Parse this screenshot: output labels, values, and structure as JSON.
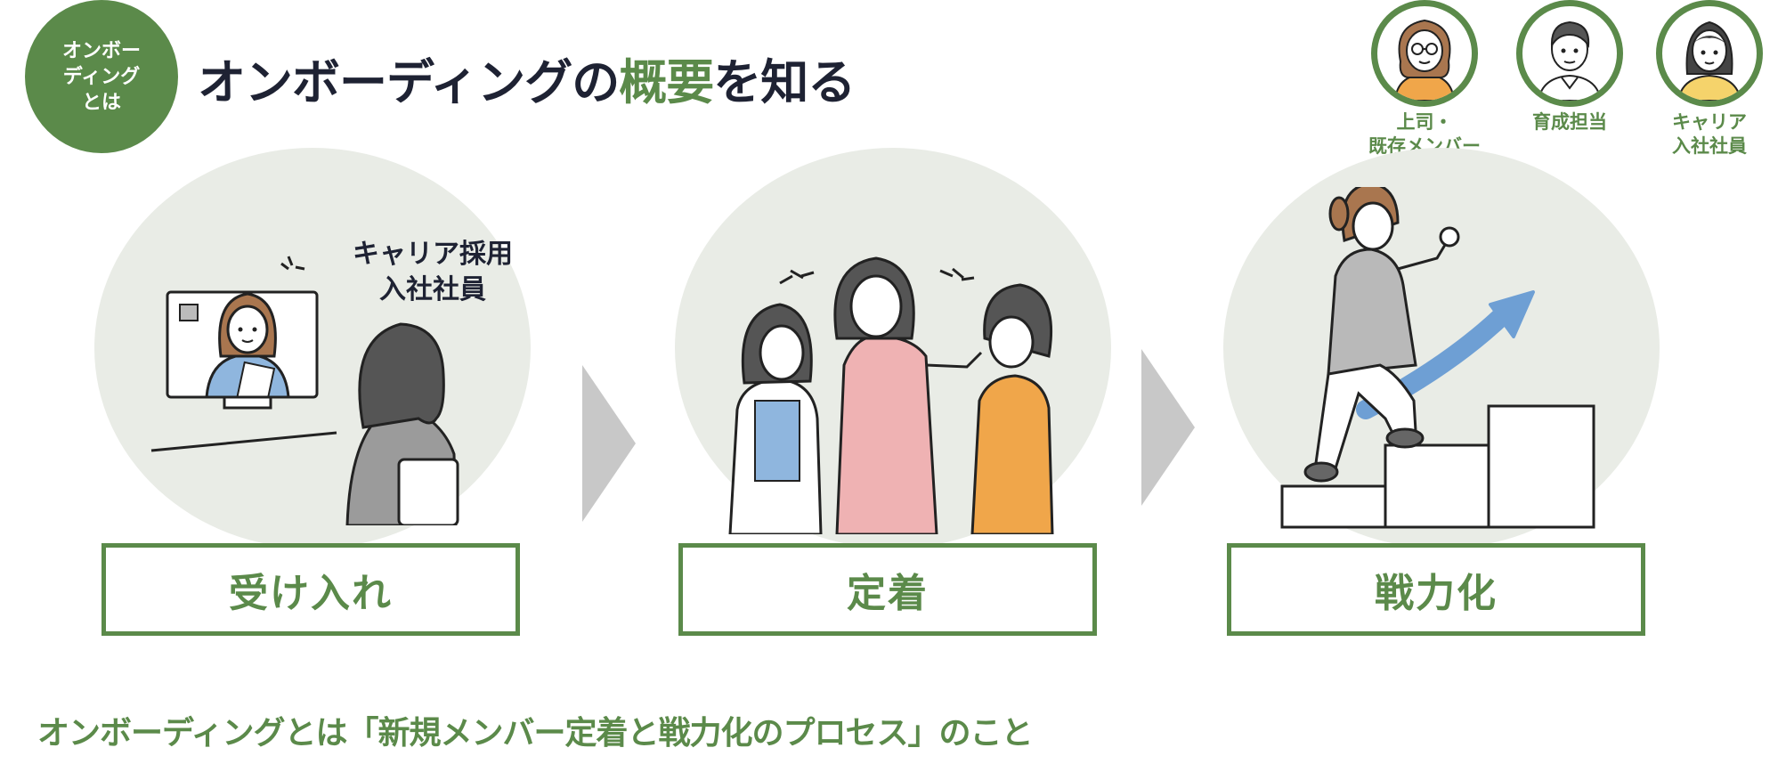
{
  "badge": {
    "lines": [
      "オンボー",
      "ディング",
      "とは"
    ]
  },
  "title": {
    "prefix": "オンボーディングの",
    "accent": "概要",
    "suffix": "を知る"
  },
  "roles": [
    {
      "label_lines": [
        "上司・",
        "既存メンバー"
      ]
    },
    {
      "label_lines": [
        "育成担当"
      ]
    },
    {
      "label_lines": [
        "キャリア",
        "入社社員"
      ]
    }
  ],
  "stages": [
    {
      "label": "受け入れ",
      "callout_lines": [
        "キャリア採用",
        "入社社員"
      ]
    },
    {
      "label": "定着"
    },
    {
      "label": "戦力化"
    }
  ],
  "summary": "オンボーディングとは「新規メンバー定着と戦力化のプロセス」のこと",
  "colors": {
    "accent": "#5b8a4a",
    "circle_bg": "#e9ece6",
    "chevron": "#c8c8c8",
    "growth_arrow": "#6e9fd4"
  },
  "icons": [
    "onboarding-badge",
    "manager-avatar-icon",
    "trainer-avatar-icon",
    "new-hire-avatar-icon",
    "chevron-right-icon",
    "growth-arrow-icon",
    "stairs-icon"
  ]
}
